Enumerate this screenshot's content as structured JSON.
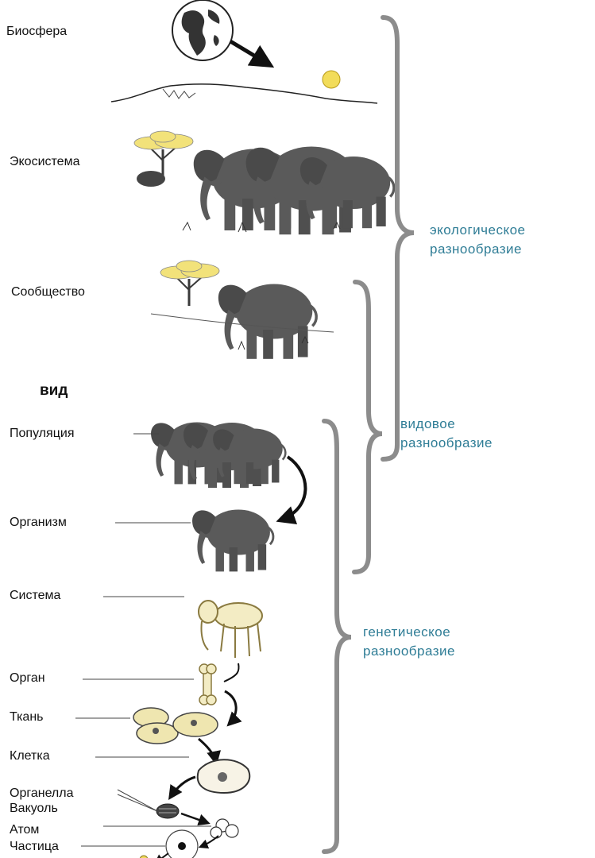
{
  "levels": {
    "biosphere": "Биосфера",
    "ecosystem": "Экосистема",
    "community": "Сообщество",
    "species": "вид",
    "population": "Популяция",
    "organism": "Организм",
    "system": "Система",
    "organ": "Орган",
    "tissue": "Ткань",
    "cell": "Клетка",
    "organelle": "Органелла",
    "vacuole": "Вакуоль",
    "atom": "Атом",
    "particle": "Частица"
  },
  "diversity": {
    "ecological": [
      "экологическое",
      "разнообразие"
    ],
    "species": [
      "видовое",
      "разнообразие"
    ],
    "genetic": [
      "генетическое",
      "разнообразие"
    ]
  },
  "colors": {
    "label_text": "#111111",
    "diversity_text": "#2f7d96",
    "brace": "#8c8c8c",
    "elephant": "#5a5a5a",
    "acacia_canopy": "#f2e27a",
    "sun": "#f2dc5a",
    "cell_fill": "#efe6b0"
  }
}
